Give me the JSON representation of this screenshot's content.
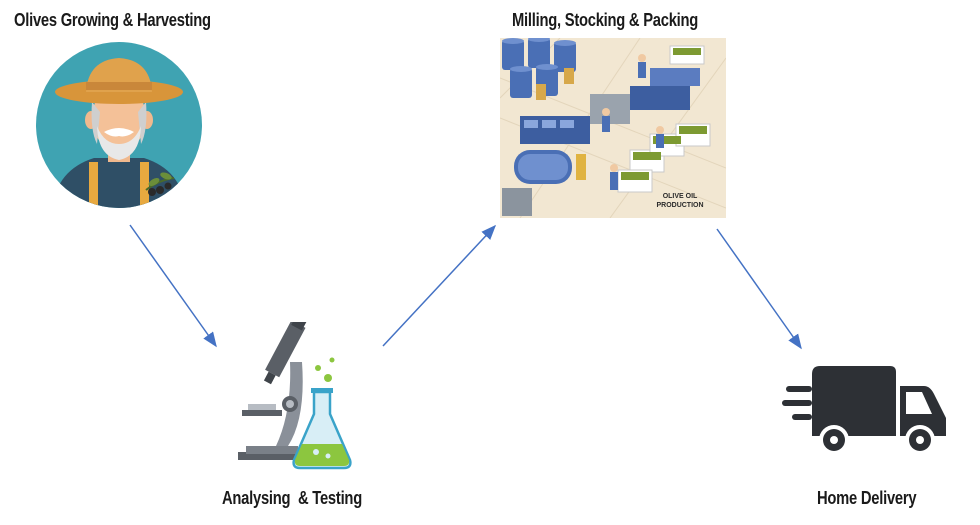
{
  "stages": {
    "growing": {
      "label": "Olives Growing & Harvesting",
      "icon": "farmer-icon"
    },
    "milling": {
      "label": "Milling, Stocking & Packing",
      "icon": "olive-oil-factory-icon",
      "image_caption": [
        "OLIVE OIL",
        "PRODUCTION"
      ]
    },
    "analysing": {
      "label": "Analysing  & Testing",
      "icon": "microscope-flask-icon"
    },
    "delivery": {
      "label": "Home Delivery",
      "icon": "delivery-truck-icon"
    }
  },
  "flow": [
    "growing",
    "analysing",
    "milling",
    "delivery"
  ],
  "colors": {
    "arrow": "#4472c4",
    "farmer_bg": "#3fa3b2",
    "hat": "#e0a24c",
    "truck": "#2d3035",
    "flask_liquid": "#8cc63f",
    "factory_bg": "#f2e7d2",
    "factory_machine": "#4a6fb5"
  }
}
